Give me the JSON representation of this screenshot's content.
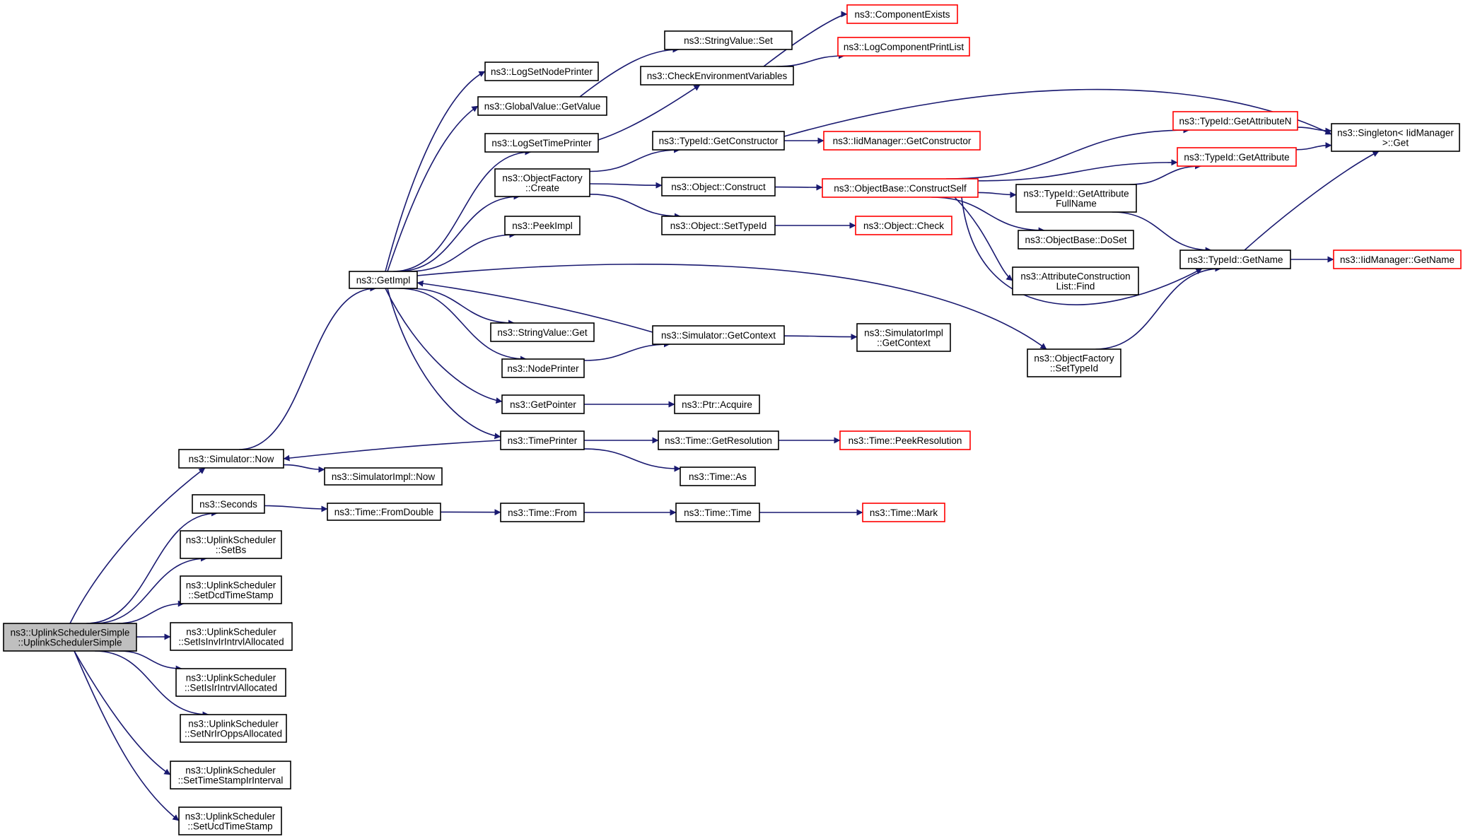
{
  "colors": {
    "root_fill": "#bfbfbf",
    "node_fill": "#ffffff",
    "node_border": "#000000",
    "truncated_border": "#ff0000",
    "edge": "#191970"
  },
  "nodes": [
    {
      "id": "root",
      "lines": [
        "ns3::UplinkSchedulerSimple",
        "::UplinkSchedulerSimple"
      ],
      "style": "root"
    },
    {
      "id": "simnow",
      "lines": [
        "ns3::Simulator::Now"
      ],
      "style": "normal"
    },
    {
      "id": "seconds",
      "lines": [
        "ns3::Seconds"
      ],
      "style": "normal"
    },
    {
      "id": "setbs",
      "lines": [
        "ns3::UplinkScheduler",
        "::SetBs"
      ],
      "style": "normal"
    },
    {
      "id": "setdcd",
      "lines": [
        "ns3::UplinkScheduler",
        "::SetDcdTimeStamp"
      ],
      "style": "normal"
    },
    {
      "id": "setisinv",
      "lines": [
        "ns3::UplinkScheduler",
        "::SetIsInvIrIntrvlAllocated"
      ],
      "style": "normal"
    },
    {
      "id": "setisir",
      "lines": [
        "ns3::UplinkScheduler",
        "::SetIsIrIntrvlAllocated"
      ],
      "style": "normal"
    },
    {
      "id": "setnrir",
      "lines": [
        "ns3::UplinkScheduler",
        "::SetNrIrOppsAllocated"
      ],
      "style": "normal"
    },
    {
      "id": "settsir",
      "lines": [
        "ns3::UplinkScheduler",
        "::SetTimeStampIrInterval"
      ],
      "style": "normal"
    },
    {
      "id": "setucd",
      "lines": [
        "ns3::UplinkScheduler",
        "::SetUcdTimeStamp"
      ],
      "style": "normal"
    },
    {
      "id": "getimpl",
      "lines": [
        "ns3::GetImpl"
      ],
      "style": "normal"
    },
    {
      "id": "simimplnow",
      "lines": [
        "ns3::SimulatorImpl::Now"
      ],
      "style": "normal"
    },
    {
      "id": "fromdouble",
      "lines": [
        "ns3::Time::FromDouble"
      ],
      "style": "normal"
    },
    {
      "id": "logsetnode",
      "lines": [
        "ns3::LogSetNodePrinter"
      ],
      "style": "normal"
    },
    {
      "id": "gvgetvalue",
      "lines": [
        "ns3::GlobalValue::GetValue"
      ],
      "style": "normal"
    },
    {
      "id": "logsettime",
      "lines": [
        "ns3::LogSetTimePrinter"
      ],
      "style": "normal"
    },
    {
      "id": "ofcreate",
      "lines": [
        "ns3::ObjectFactory",
        "::Create"
      ],
      "style": "normal"
    },
    {
      "id": "peekimpl",
      "lines": [
        "ns3::PeekImpl"
      ],
      "style": "normal"
    },
    {
      "id": "svget",
      "lines": [
        "ns3::StringValue::Get"
      ],
      "style": "normal"
    },
    {
      "id": "nodeprinter",
      "lines": [
        "ns3::NodePrinter"
      ],
      "style": "normal"
    },
    {
      "id": "getpointer",
      "lines": [
        "ns3::GetPointer"
      ],
      "style": "normal"
    },
    {
      "id": "timeprinter",
      "lines": [
        "ns3::TimePrinter"
      ],
      "style": "normal"
    },
    {
      "id": "timefrom",
      "lines": [
        "ns3::Time::From"
      ],
      "style": "normal"
    },
    {
      "id": "svset",
      "lines": [
        "ns3::StringValue::Set"
      ],
      "style": "normal"
    },
    {
      "id": "checkenv",
      "lines": [
        "ns3::CheckEnvironmentVariables"
      ],
      "style": "normal"
    },
    {
      "id": "tidgetctor",
      "lines": [
        "ns3::TypeId::GetConstructor"
      ],
      "style": "normal"
    },
    {
      "id": "objconstruct",
      "lines": [
        "ns3::Object::Construct"
      ],
      "style": "normal"
    },
    {
      "id": "objsettid",
      "lines": [
        "ns3::Object::SetTypeId"
      ],
      "style": "normal"
    },
    {
      "id": "simgetctx",
      "lines": [
        "ns3::Simulator::GetContext"
      ],
      "style": "normal"
    },
    {
      "id": "ptracquire",
      "lines": [
        "ns3::Ptr::Acquire"
      ],
      "style": "normal"
    },
    {
      "id": "getres",
      "lines": [
        "ns3::Time::GetResolution"
      ],
      "style": "normal"
    },
    {
      "id": "timeas",
      "lines": [
        "ns3::Time::As"
      ],
      "style": "normal"
    },
    {
      "id": "timetime",
      "lines": [
        "ns3::Time::Time"
      ],
      "style": "normal"
    },
    {
      "id": "compexists",
      "lines": [
        "ns3::ComponentExists"
      ],
      "style": "truncated"
    },
    {
      "id": "logcompprint",
      "lines": [
        "ns3::LogComponentPrintList"
      ],
      "style": "truncated"
    },
    {
      "id": "iidgetctor",
      "lines": [
        "ns3::IidManager::GetConstructor"
      ],
      "style": "truncated"
    },
    {
      "id": "obconstructself",
      "lines": [
        "ns3::ObjectBase::ConstructSelf"
      ],
      "style": "truncated"
    },
    {
      "id": "objcheck",
      "lines": [
        "ns3::Object::Check"
      ],
      "style": "truncated"
    },
    {
      "id": "simimplgetctx",
      "lines": [
        "ns3::SimulatorImpl",
        "::GetContext"
      ],
      "style": "normal"
    },
    {
      "id": "peekres",
      "lines": [
        "ns3::Time::PeekResolution"
      ],
      "style": "truncated"
    },
    {
      "id": "timemark",
      "lines": [
        "ns3::Time::Mark"
      ],
      "style": "truncated"
    },
    {
      "id": "tidgetattrfull",
      "lines": [
        "ns3::TypeId::GetAttribute",
        "FullName"
      ],
      "style": "normal"
    },
    {
      "id": "obdoset",
      "lines": [
        "ns3::ObjectBase::DoSet"
      ],
      "style": "normal"
    },
    {
      "id": "acfind",
      "lines": [
        "ns3::AttributeConstruction",
        "List::Find"
      ],
      "style": "normal"
    },
    {
      "id": "ofsettid",
      "lines": [
        "ns3::ObjectFactory",
        "::SetTypeId"
      ],
      "style": "normal"
    },
    {
      "id": "tidgetattrn",
      "lines": [
        "ns3::TypeId::GetAttributeN"
      ],
      "style": "truncated"
    },
    {
      "id": "tidgetattr",
      "lines": [
        "ns3::TypeId::GetAttribute"
      ],
      "style": "truncated"
    },
    {
      "id": "tidgetname",
      "lines": [
        "ns3::TypeId::GetName"
      ],
      "style": "normal"
    },
    {
      "id": "singleton",
      "lines": [
        "ns3::Singleton< IidManager",
        ">::Get"
      ],
      "style": "normal"
    },
    {
      "id": "iidgetname",
      "lines": [
        "ns3::IidManager::GetName"
      ],
      "style": "truncated"
    }
  ],
  "edges": [
    [
      "root",
      "simnow"
    ],
    [
      "root",
      "seconds"
    ],
    [
      "root",
      "setbs"
    ],
    [
      "root",
      "setdcd"
    ],
    [
      "root",
      "setisinv"
    ],
    [
      "root",
      "setisir"
    ],
    [
      "root",
      "setnrir"
    ],
    [
      "root",
      "settsir"
    ],
    [
      "root",
      "setucd"
    ],
    [
      "simnow",
      "getimpl"
    ],
    [
      "simnow",
      "simimplnow"
    ],
    [
      "seconds",
      "fromdouble"
    ],
    [
      "fromdouble",
      "timefrom"
    ],
    [
      "timefrom",
      "timetime"
    ],
    [
      "timetime",
      "timemark"
    ],
    [
      "getimpl",
      "logsetnode"
    ],
    [
      "getimpl",
      "gvgetvalue"
    ],
    [
      "getimpl",
      "logsettime"
    ],
    [
      "getimpl",
      "ofcreate"
    ],
    [
      "getimpl",
      "peekimpl"
    ],
    [
      "getimpl",
      "svget"
    ],
    [
      "getimpl",
      "nodeprinter"
    ],
    [
      "getimpl",
      "getpointer"
    ],
    [
      "getimpl",
      "timeprinter"
    ],
    [
      "getimpl",
      "ofsettid"
    ],
    [
      "gvgetvalue",
      "svset"
    ],
    [
      "logsettime",
      "checkenv"
    ],
    [
      "checkenv",
      "compexists"
    ],
    [
      "checkenv",
      "logcompprint"
    ],
    [
      "ofcreate",
      "tidgetctor"
    ],
    [
      "ofcreate",
      "objconstruct"
    ],
    [
      "ofcreate",
      "objsettid"
    ],
    [
      "tidgetctor",
      "iidgetctor"
    ],
    [
      "tidgetctor",
      "singleton"
    ],
    [
      "objconstruct",
      "obconstructself"
    ],
    [
      "objsettid",
      "objcheck"
    ],
    [
      "obconstructself",
      "tidgetattrn"
    ],
    [
      "obconstructself",
      "tidgetattr"
    ],
    [
      "obconstructself",
      "tidgetattrfull"
    ],
    [
      "obconstructself",
      "obdoset"
    ],
    [
      "obconstructself",
      "acfind"
    ],
    [
      "obconstructself",
      "tidgetname"
    ],
    [
      "tidgetattrfull",
      "tidgetattr"
    ],
    [
      "tidgetattrfull",
      "tidgetname"
    ],
    [
      "tidgetattrn",
      "singleton"
    ],
    [
      "tidgetattr",
      "singleton"
    ],
    [
      "tidgetname",
      "singleton"
    ],
    [
      "tidgetname",
      "iidgetname"
    ],
    [
      "ofsettid",
      "tidgetname"
    ],
    [
      "nodeprinter",
      "simgetctx"
    ],
    [
      "simgetctx",
      "getimpl"
    ],
    [
      "simgetctx",
      "simimplgetctx"
    ],
    [
      "getpointer",
      "ptracquire"
    ],
    [
      "timeprinter",
      "simnow"
    ],
    [
      "timeprinter",
      "getres"
    ],
    [
      "timeprinter",
      "timeas"
    ],
    [
      "getres",
      "peekres"
    ]
  ]
}
